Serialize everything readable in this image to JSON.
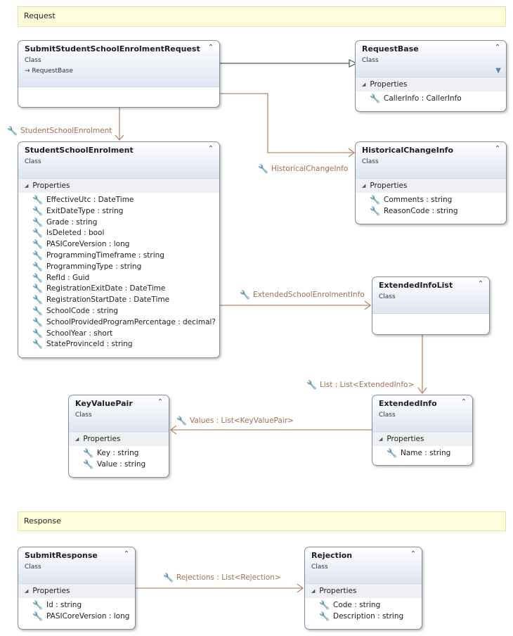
{
  "sections": {
    "request": "Request",
    "response": "Response"
  },
  "icons": {
    "collapse": "double-chevron-up-icon",
    "property": "wrench-icon",
    "filter": "filter-icon"
  },
  "classes": {
    "submit_request": {
      "name": "SubmitStudentSchoolEnrolmentRequest",
      "kind": "Class",
      "inherits": "RequestBase"
    },
    "request_base": {
      "name": "RequestBase",
      "kind": "Class",
      "props_label": "Properties",
      "props": [
        "CallerInfo : CallerInfo"
      ]
    },
    "student_enrolment": {
      "name": "StudentSchoolEnrolment",
      "kind": "Class",
      "props_label": "Properties",
      "props": [
        "EffectiveUtc : DateTime",
        "ExitDateType : string",
        "Grade : string",
        "IsDeleted : bool",
        "PASICoreVersion : long",
        "ProgrammingTimeframe : string",
        "ProgrammingType : string",
        "RefId : Guid",
        "RegistrationExitDate : DateTime",
        "RegistrationStartDate : DateTime",
        "SchoolCode : string",
        "SchoolProvidedProgramPercentage : decimal?",
        "SchoolYear : short",
        "StateProvinceId : string"
      ]
    },
    "historical": {
      "name": "HistoricalChangeInfo",
      "kind": "Class",
      "props_label": "Properties",
      "props": [
        "Comments : string",
        "ReasonCode : string"
      ]
    },
    "ext_list": {
      "name": "ExtendedInfoList",
      "kind": "Class"
    },
    "ext_info": {
      "name": "ExtendedInfo",
      "kind": "Class",
      "props_label": "Properties",
      "props": [
        "Name : string"
      ]
    },
    "kvp": {
      "name": "KeyValuePair",
      "kind": "Class",
      "props_label": "Properties",
      "props": [
        "Key : string",
        "Value : string"
      ]
    },
    "submit_response": {
      "name": "SubmitResponse",
      "kind": "Class",
      "props_label": "Properties",
      "props": [
        "Id : string",
        "PASICoreVersion : long"
      ]
    },
    "rejection": {
      "name": "Rejection",
      "kind": "Class",
      "props_label": "Properties",
      "props": [
        "Code : string",
        "Description : string"
      ]
    }
  },
  "associations": {
    "student_enrolment": "StudentSchoolEnrolment",
    "historical": "HistoricalChangeInfo",
    "extended": "ExtendedSchoolEnrolmentInfo",
    "list": "List : List<ExtendedInfo>",
    "values": "Values : List<KeyValuePair>",
    "rejections": "Rejections : List<Rejection>"
  },
  "colors": {
    "connector": "#b8896a",
    "section_bg": "#ffffdd",
    "header_gradient_end": "#dfe5f2"
  }
}
